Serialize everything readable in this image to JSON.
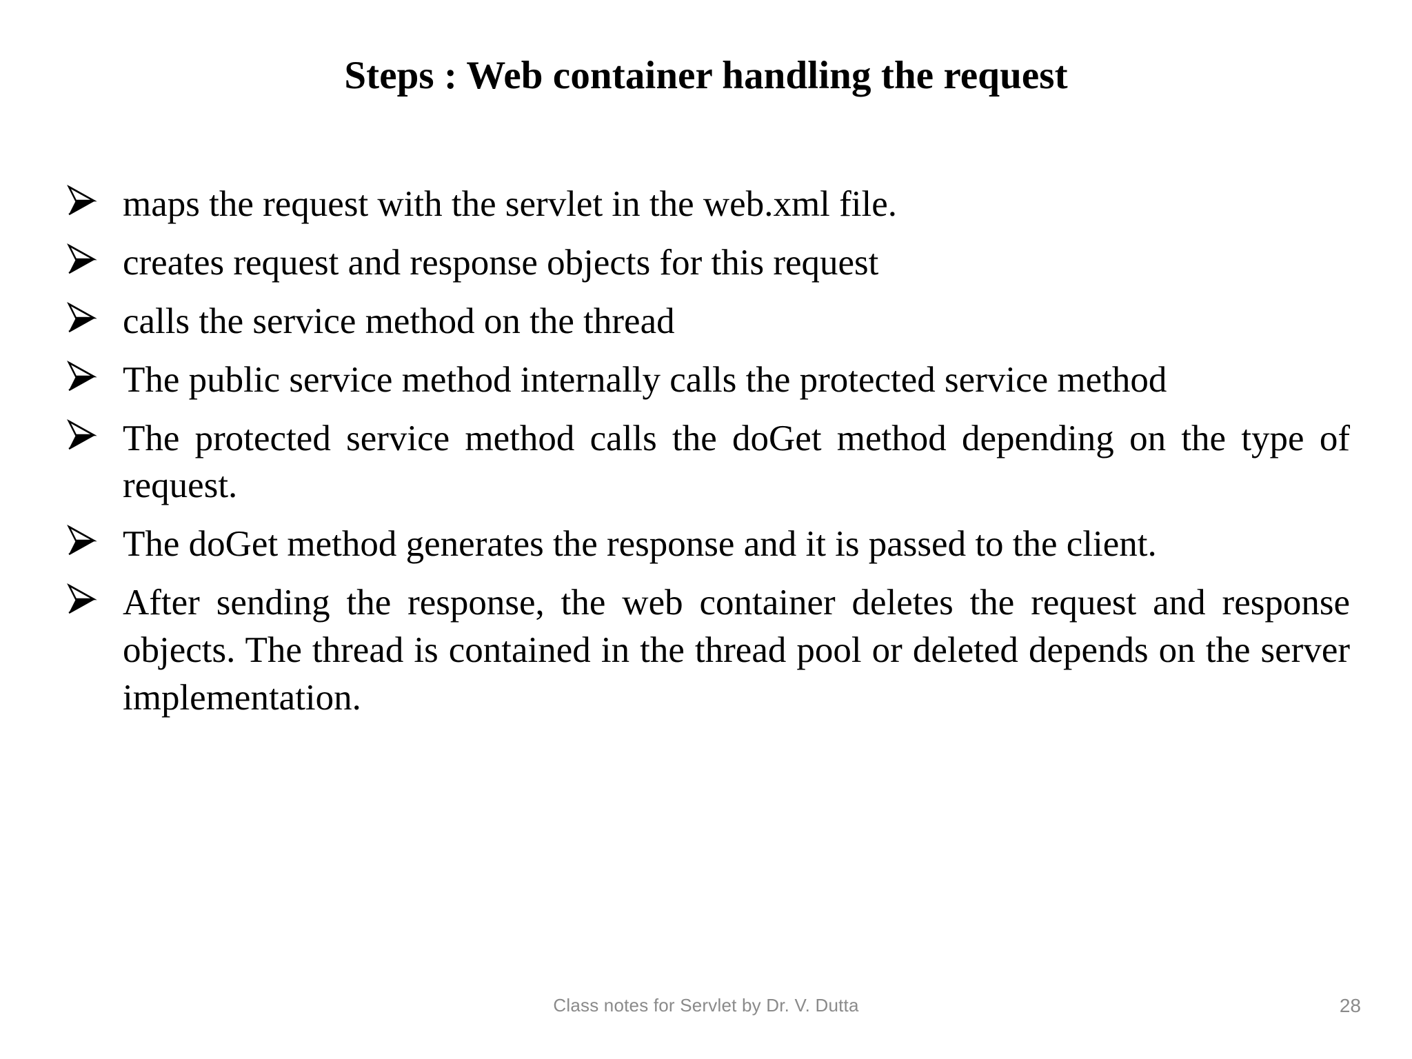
{
  "slide": {
    "title": "Steps : Web container handling the request",
    "bullet_marker_icon": "arrowhead-bullet-icon",
    "bullets": [
      {
        "text": "maps the request with the servlet in the web.xml file.",
        "justified": false
      },
      {
        "text": "creates request and response objects for this request",
        "justified": false
      },
      {
        "text": "calls the service method on the thread",
        "justified": false
      },
      {
        "text": "The public service method internally calls the protected service method",
        "justified": true
      },
      {
        "text": "The protected service method calls the doGet method depending on the type of request.",
        "justified": true
      },
      {
        "text": "The doGet method generates the response and it is passed to the client.",
        "justified": true
      },
      {
        "text": "After sending the response, the web container deletes the request and response objects. The thread is contained in the thread pool or deleted depends on the server implementation.",
        "justified": true
      }
    ],
    "footer": {
      "note": "Class notes for Servlet by Dr. V. Dutta",
      "page_number": "28"
    },
    "colors": {
      "background": "#ffffff",
      "text": "#000000",
      "footer_text": "#8a8a8a"
    }
  }
}
